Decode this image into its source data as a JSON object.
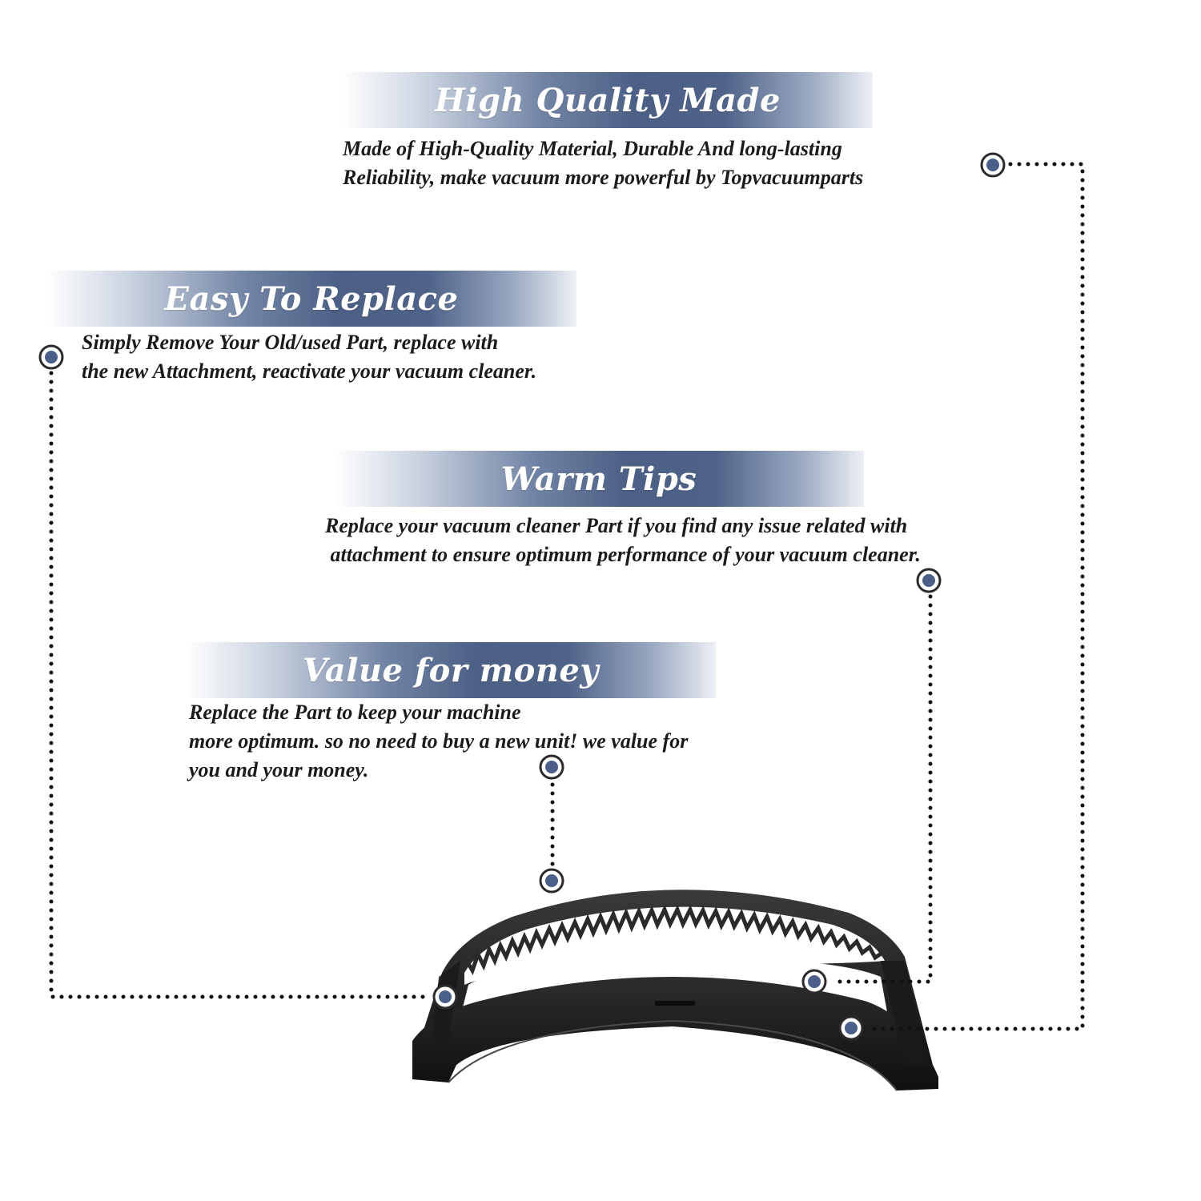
{
  "features": [
    {
      "title": "High Quality Made",
      "lines": [
        "Made of  High-Quality Material, Durable And long-lasting",
        "Reliability, make vacuum more powerful by Topvacuumparts"
      ]
    },
    {
      "title": "Easy To Replace",
      "lines": [
        "Simply Remove Your Old/used Part, replace with",
        "the new Attachment, reactivate your vacuum cleaner."
      ]
    },
    {
      "title": "Warm Tips",
      "lines": [
        "Replace your vacuum cleaner Part if you find any issue related with",
        " attachment to ensure optimum performance of your vacuum cleaner."
      ]
    },
    {
      "title": "Value for money",
      "lines": [
        "Replace the Part to keep your machine",
        "more optimum. so no need to buy a new unit! we value for",
        "you and your money."
      ]
    }
  ],
  "colors": {
    "accent": "#4a5f8a",
    "connector": "#111111",
    "product": "#232323",
    "bristle": "#ffffff"
  },
  "icons": {
    "marker": "target-dot-icon"
  }
}
